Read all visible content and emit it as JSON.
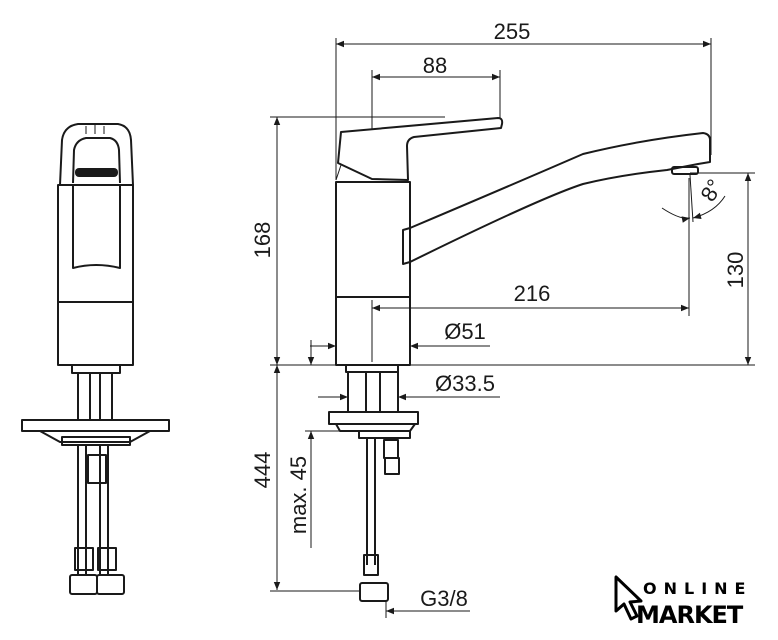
{
  "drawing": {
    "title": "Kitchen mixer tap technical drawing",
    "dimensions": {
      "total_reach": "255",
      "handle_reach": "88",
      "height": "168",
      "spout_reach": "216",
      "spout_height": "130",
      "body_diameter": "Ø51",
      "shank_diameter": "Ø33.5",
      "hose_length": "444",
      "max_counter_thickness": "max. 45",
      "connection_thread": "G3/8",
      "spout_angle": "8°"
    }
  },
  "logo": {
    "line1": "ONLINE",
    "line2": "MARKET"
  }
}
